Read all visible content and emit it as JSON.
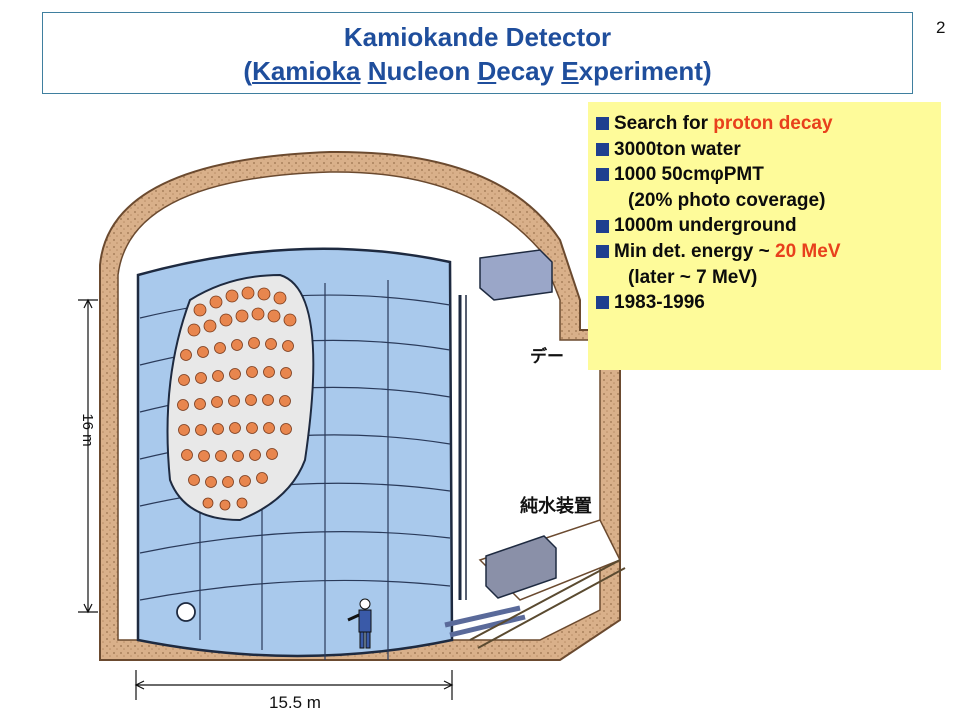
{
  "title": {
    "parts": [
      {
        "text": "Kamiokande Detector",
        "underline": false,
        "newline": true
      },
      {
        "text": "(",
        "underline": false
      },
      {
        "text": "Kamioka",
        "underline": true
      },
      {
        "text": " ",
        "underline": false
      },
      {
        "text": "N",
        "underline": true
      },
      {
        "text": "ucleon ",
        "underline": false
      },
      {
        "text": "D",
        "underline": true
      },
      {
        "text": "ecay ",
        "underline": false
      },
      {
        "text": "E",
        "underline": true
      },
      {
        "text": "xperiment)",
        "underline": false
      }
    ]
  },
  "slide_number": "2",
  "info": {
    "item1_prefix": "Search for ",
    "item1_highlight": "proton decay",
    "item2": "3000ton water",
    "item3_prefix": "1000 50cm",
    "item3_symbol": "φ",
    "item3_suffix": " PMT",
    "item3_cont": "(20% photo coverage)",
    "item4": "1000m underground",
    "item5_prefix": "Min det. energy ~ ",
    "item5_highlight": "20 MeV",
    "item5_cont": "(later ~ 7 MeV)",
    "item6": "1983-1996"
  },
  "figure_labels": {
    "height": "16 m",
    "diameter": "15.5 m",
    "water_system": "純水装置",
    "data_room": "デー"
  },
  "colors": {
    "title": "#1f4e9c",
    "highlight": "#e8401c",
    "info_bg": "#fefb9a",
    "tank_blue": "#a9c9ec",
    "pmt_orange": "#e8864e",
    "rock": "#d9b08a"
  }
}
